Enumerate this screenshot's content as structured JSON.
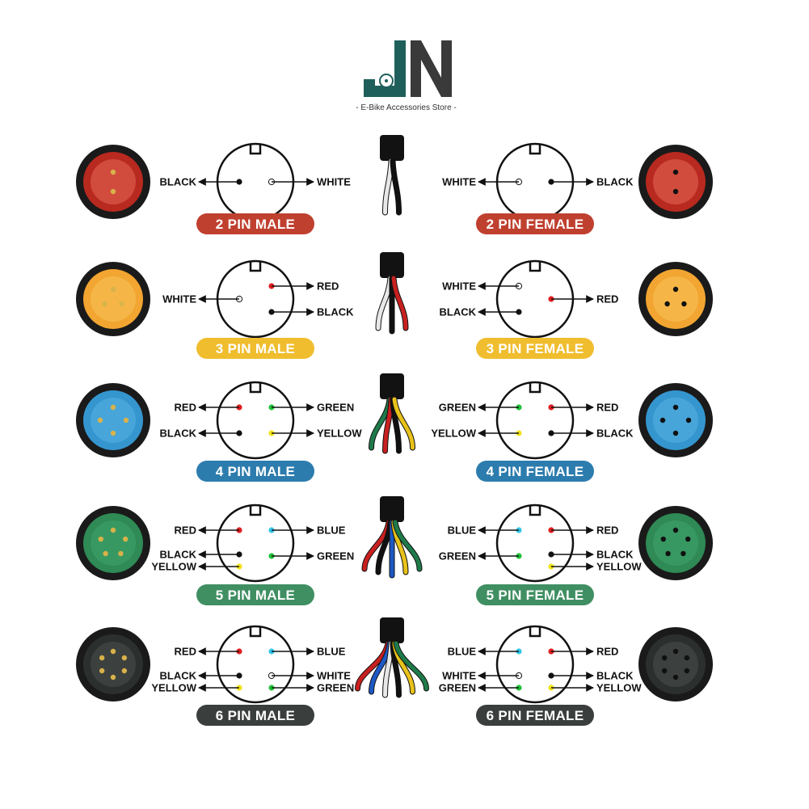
{
  "brand": {
    "logo_text": "JN",
    "subtitle": "- E-Bike Accessories Store -",
    "colors": {
      "j": "#1f5f5b",
      "n": "#3a3a3a"
    }
  },
  "connectors": [
    {
      "pins": 2,
      "male_title": "2 PIN MALE",
      "female_title": "2 PIN FEMALE",
      "color": "#c0402f",
      "shell": "#b8291f",
      "male_left": [
        "BLACK"
      ],
      "male_right": [
        "WHITE"
      ],
      "female_left": [
        "WHITE"
      ],
      "female_right": [
        "BLACK"
      ],
      "wires": [
        "#e8e8e8",
        "#111111"
      ]
    },
    {
      "pins": 3,
      "male_title": "3 PIN MALE",
      "female_title": "3 PIN FEMALE",
      "color": "#f0bd2e",
      "shell": "#f2a531",
      "male_left": [
        "WHITE"
      ],
      "male_right": [
        "RED",
        "BLACK"
      ],
      "female_left": [
        "WHITE",
        "BLACK"
      ],
      "female_right": [
        "RED"
      ],
      "wires": [
        "#e8e8e8",
        "#111111",
        "#c82020"
      ]
    },
    {
      "pins": 4,
      "male_title": "4 PIN MALE",
      "female_title": "4 PIN FEMALE",
      "color": "#2d7cae",
      "shell": "#3596cf",
      "male_left": [
        "RED",
        "BLACK"
      ],
      "male_right": [
        "GREEN",
        "YELLOW"
      ],
      "female_left": [
        "GREEN",
        "YELLOW"
      ],
      "female_right": [
        "RED",
        "BLACK"
      ],
      "wires": [
        "#1f7a4a",
        "#c82020",
        "#111111",
        "#e8c21a"
      ]
    },
    {
      "pins": 5,
      "male_title": "5 PIN MALE",
      "female_title": "5 PIN FEMALE",
      "color": "#3f8f62",
      "shell": "#2f8a55",
      "male_left": [
        "RED",
        "BLACK",
        "YELLOW"
      ],
      "male_right": [
        "BLUE",
        "GREEN"
      ],
      "female_left": [
        "BLUE",
        "GREEN"
      ],
      "female_right": [
        "RED",
        "BLACK",
        "YELLOW"
      ],
      "wires": [
        "#c82020",
        "#111111",
        "#1d58c4",
        "#e8c21a",
        "#1f7a4a"
      ]
    },
    {
      "pins": 6,
      "male_title": "6 PIN MALE",
      "female_title": "6 PIN FEMALE",
      "color": "#3a3f3d",
      "shell": "#2b2f2d",
      "male_left": [
        "RED",
        "BLACK",
        "YELLOW"
      ],
      "male_right": [
        "BLUE",
        "WHITE",
        "GREEN"
      ],
      "female_left": [
        "BLUE",
        "WHITE",
        "GREEN"
      ],
      "female_right": [
        "RED",
        "BLACK",
        "YELLOW"
      ],
      "wires": [
        "#c82020",
        "#1d58c4",
        "#e8e8e8",
        "#111111",
        "#e8c21a",
        "#1f7a4a"
      ]
    }
  ]
}
